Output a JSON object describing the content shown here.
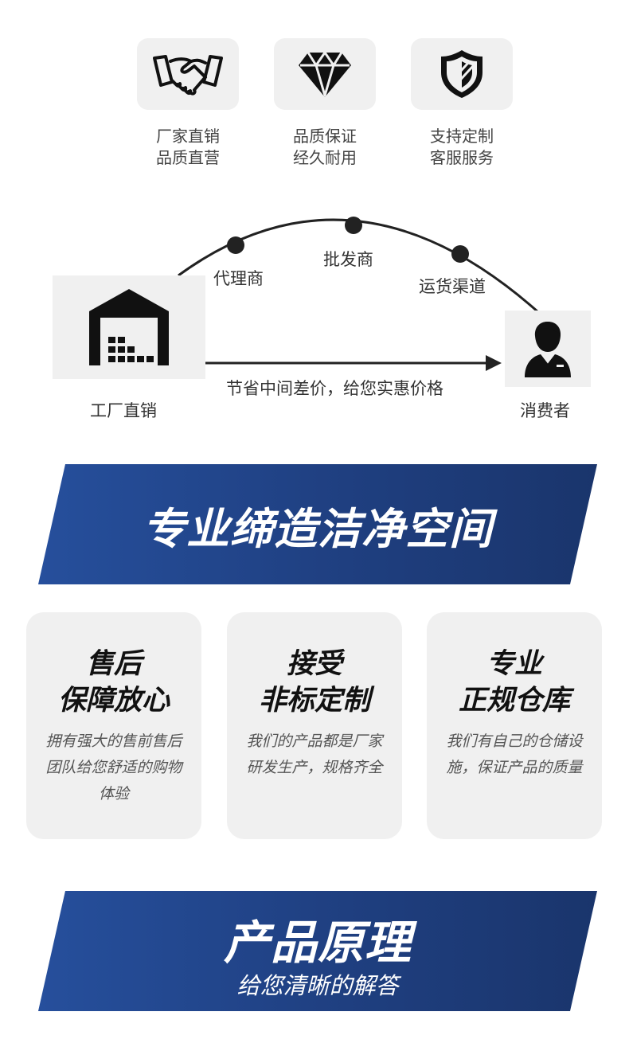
{
  "features": [
    {
      "icon": "handshake-icon",
      "line1": "厂家直销",
      "line2": "品质直营"
    },
    {
      "icon": "diamond-icon",
      "line1": "品质保证",
      "line2": "经久耐用"
    },
    {
      "icon": "shield-icon",
      "line1": "支持定制",
      "line2": "客服服务"
    }
  ],
  "flow": {
    "agent": "代理商",
    "wholesaler": "批发商",
    "channel": "运货渠道",
    "factory": "工厂直销",
    "consumer": "消费者",
    "direct_note": "节省中间差价，给您实惠价格"
  },
  "banner1": {
    "title": "专业缔造洁净空间"
  },
  "cards": [
    {
      "title1": "售后",
      "title2": "保障放心",
      "desc": "拥有强大的售前售后团队给您舒适的购物体验"
    },
    {
      "title1": "接受",
      "title2": "非标定制",
      "desc": "我们的产品都是厂家研发生产，规格齐全"
    },
    {
      "title1": "专业",
      "title2": "正规仓库",
      "desc": "我们有自己的仓储设施，保证产品的质量"
    }
  ],
  "banner2": {
    "title": "产品原理",
    "subtitle": "给您清晰的解答"
  },
  "colors": {
    "banner_start": "#264f9c",
    "banner_end": "#1a356c",
    "card_bg": "#f0f0f0",
    "dark": "#1a1a1a"
  }
}
